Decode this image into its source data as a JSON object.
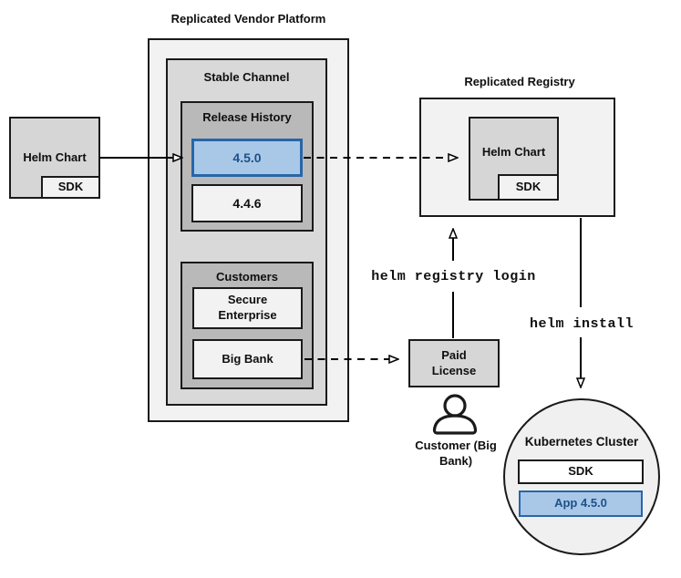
{
  "colors": {
    "highlight_fill": "#a9c8e8",
    "highlight_border": "#2766a8",
    "highlight_text": "#1d5188",
    "box_light": "#f2f2f2",
    "box_mid": "#d9d9d9",
    "box_dark": "#b9b9b9",
    "line": "#000000"
  },
  "vendor_platform": {
    "title": "Replicated Vendor Platform",
    "stable_channel": {
      "title": "Stable Channel"
    },
    "release_history": {
      "title": "Release History",
      "releases": [
        "4.5.0",
        "4.4.6"
      ],
      "highlighted_release": "4.5.0"
    },
    "customers": {
      "title": "Customers",
      "items": [
        "Secure Enterprise",
        "Big Bank"
      ]
    }
  },
  "helm_source": {
    "label": "Helm Chart",
    "sdk": "SDK"
  },
  "registry": {
    "title": "Replicated Registry",
    "helm_chart": "Helm Chart",
    "sdk": "SDK"
  },
  "license": {
    "label": "Paid License"
  },
  "customer": {
    "label": "Customer (Big Bank)"
  },
  "commands": {
    "registry_login": "helm registry login",
    "install": "helm install"
  },
  "cluster": {
    "title": "Kubernetes Cluster",
    "sdk": "SDK",
    "app": "App 4.5.0"
  }
}
